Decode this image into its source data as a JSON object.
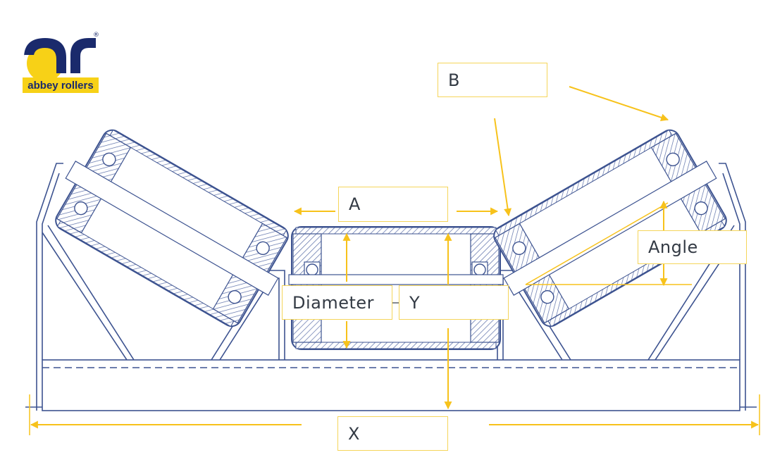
{
  "brand": {
    "name": "abbey rollers",
    "reg_mark": "®"
  },
  "labels": {
    "a": "A",
    "b": "B",
    "angle": "Angle",
    "diameter": "Diameter",
    "y": "Y",
    "x": "X"
  },
  "colors": {
    "line": "#3d5390",
    "hatch": "#5b6fa8",
    "dimension": "#f7c21b",
    "label_border": "#f5d55a",
    "logo_blue": "#1a2a6c",
    "logo_yellow": "#f7d117"
  }
}
